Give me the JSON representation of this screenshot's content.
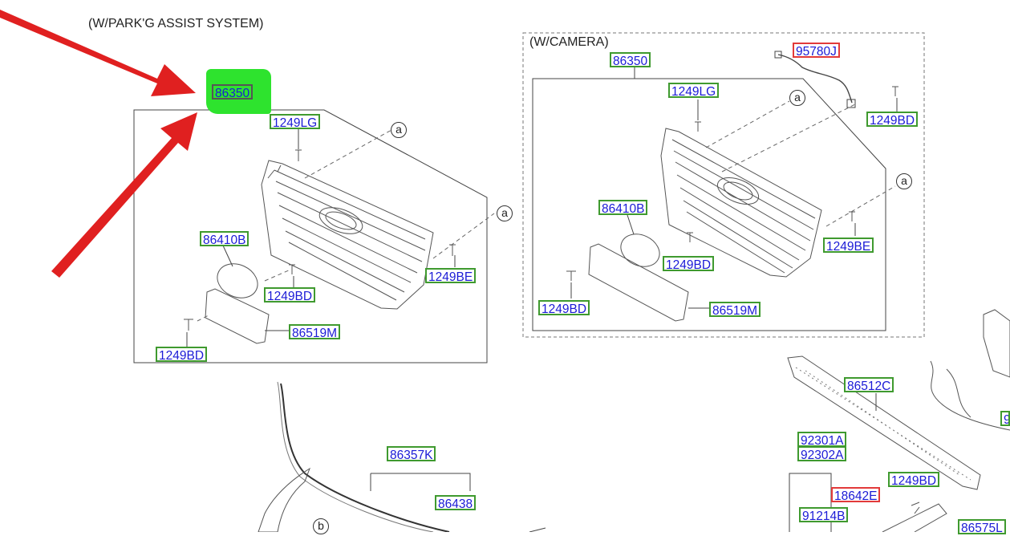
{
  "captions": {
    "park_assist": "(W/PARK'G ASSIST SYSTEM)",
    "camera": "(W/CAMERA)"
  },
  "callout_letters": {
    "a": "a",
    "b": "b"
  },
  "parts": {
    "left_86350": "86350",
    "left_1249LG": "1249LG",
    "left_86410B": "86410B",
    "left_1249BE": "1249BE",
    "left_1249BD_a": "1249BD",
    "left_86519M": "86519M",
    "left_1249BD_b": "1249BD",
    "right_86350": "86350",
    "right_95780J": "95780J",
    "right_1249LG": "1249LG",
    "right_1249BD_top": "1249BD",
    "right_86410B": "86410B",
    "right_1249BE": "1249BE",
    "right_1249BD_mid": "1249BD",
    "right_1249BD_left": "1249BD",
    "right_86519M": "86519M",
    "p_86512C": "86512C",
    "p_92301A": "92301A",
    "p_92302A": "92302A",
    "p_1249BD_low": "1249BD",
    "p_18642E": "18642E",
    "p_91214B": "91214B",
    "p_86575L": "86575L",
    "p_86357K": "86357K",
    "p_86438": "86438",
    "p_cut_9": "9"
  },
  "colors": {
    "label_text": "#1b1bd6",
    "box_green": "#3f9a2f",
    "box_red": "#e23a3a",
    "highlight": "#2ee32e",
    "arrow_red": "#e02020"
  }
}
